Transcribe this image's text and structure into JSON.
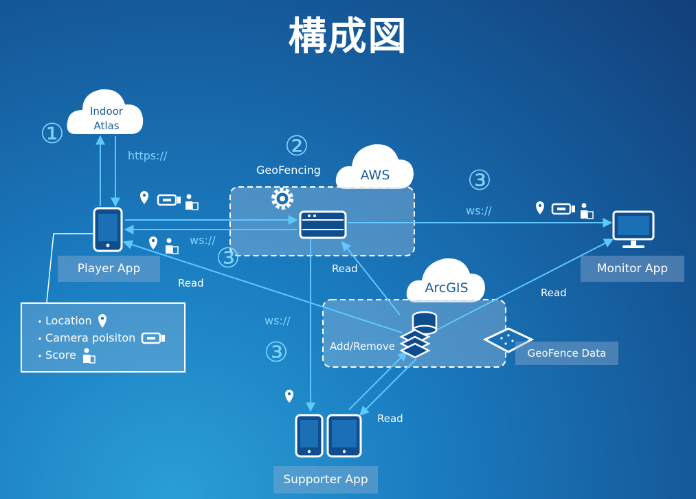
{
  "title": "構成図",
  "clouds": {
    "indoor_atlas": [
      "Indoor",
      "Atlas"
    ],
    "aws": "AWS",
    "arcgis": "ArcGIS"
  },
  "nodes": {
    "player_app": "Player App",
    "monitor_app": "Monitor App",
    "supporter_app": "Supporter App",
    "geofence_data": "GeoFence Data"
  },
  "labels": {
    "geofencing": "GeoFencing",
    "https": "https://",
    "ws1": "ws://",
    "ws2": "ws://",
    "ws3": "ws://",
    "read_player": "Read",
    "read_aws": "Read",
    "read_monitor": "Read",
    "read_supporter": "Read",
    "add_remove": "Add/Remove"
  },
  "steps": {
    "s1": "①",
    "s2": "②",
    "s3a": "③",
    "s3b": "③",
    "s3c": "③"
  },
  "legend": {
    "items": [
      {
        "bullet": "・",
        "text": "Location",
        "icon": "location-pin-icon"
      },
      {
        "bullet": "・",
        "text": "Camera poisiton",
        "icon": "camera-icon"
      },
      {
        "bullet": "・",
        "text": "Score",
        "icon": "score-icon"
      }
    ]
  },
  "colors": {
    "arrow": "#5ec8ff",
    "cloud": "#ffffff",
    "device": "#0f4d8f",
    "panel": "rgba(150,185,220,0.42)"
  }
}
